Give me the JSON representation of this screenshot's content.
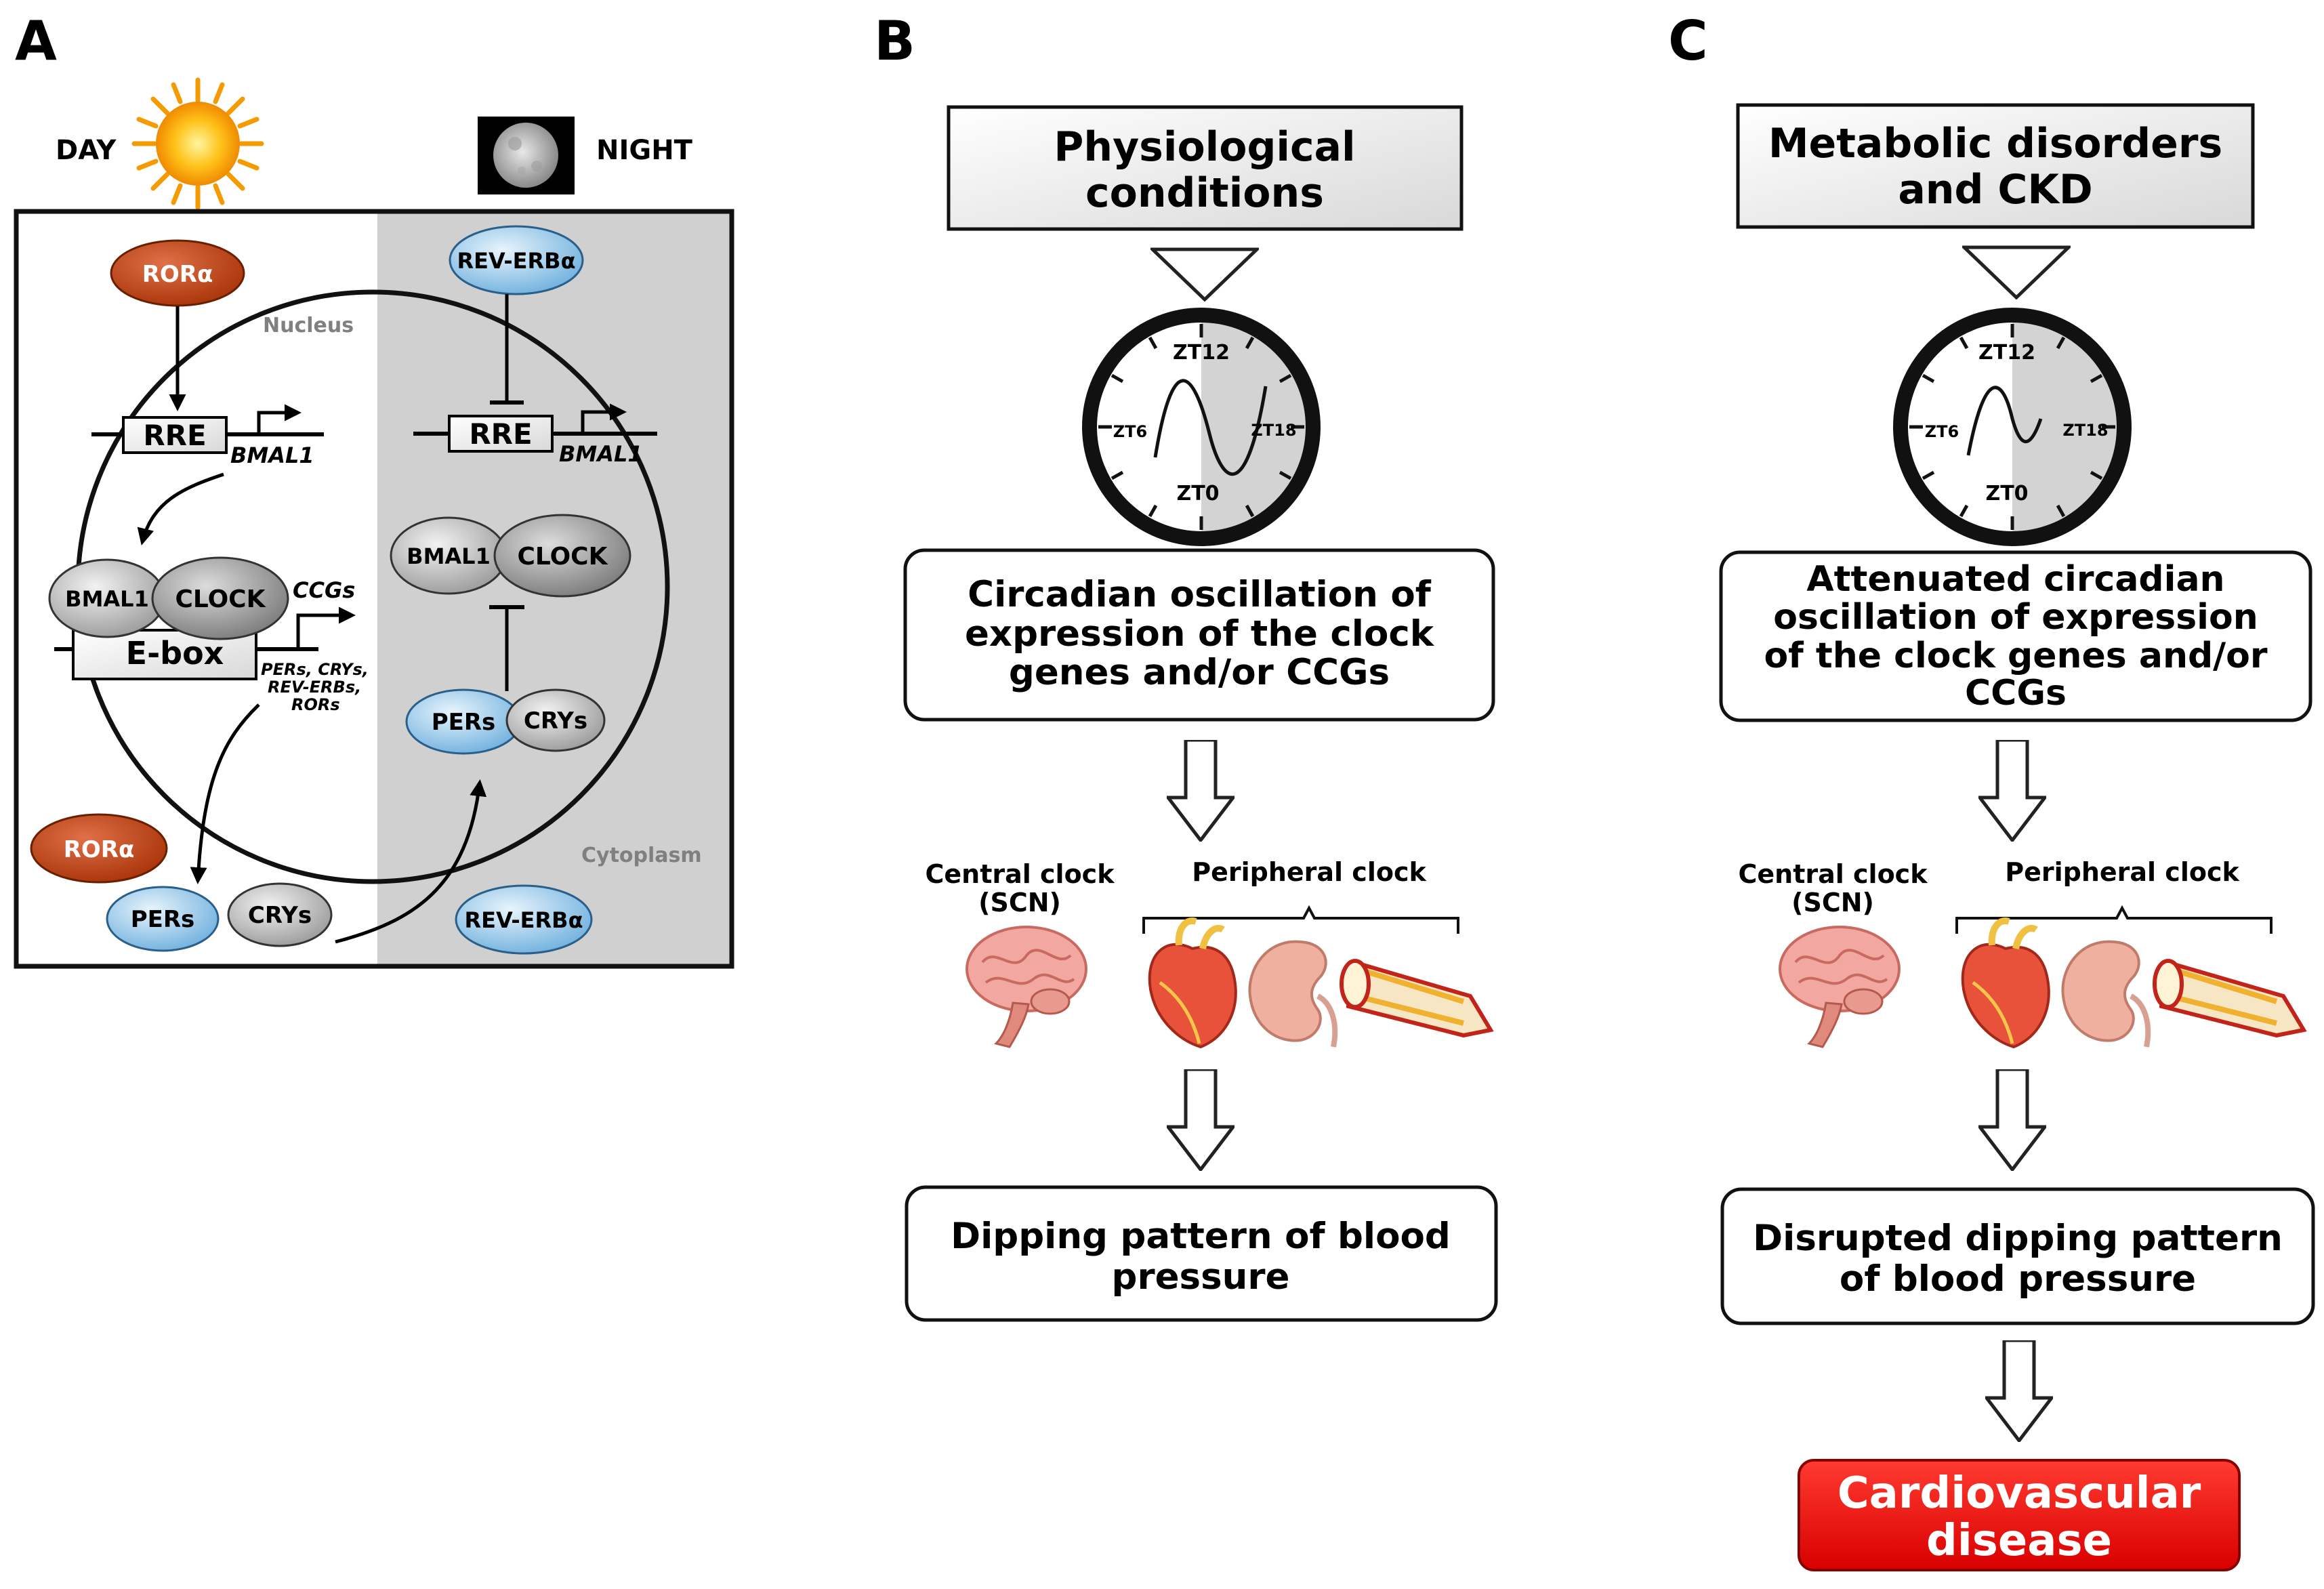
{
  "panels": {
    "a": {
      "letter": "A",
      "day_label": "DAY",
      "night_label": "NIGHT",
      "nucleus_label": "Nucleus",
      "cytoplasm_label": "Cytoplasm",
      "ror_top": "RORα",
      "rev_top": "REV-ERBα",
      "rre_left": "RRE",
      "rre_right": "RRE",
      "bmal1_gene_left": "BMAL1",
      "bmal1_gene_right": "BMAL1",
      "bmal1_left": "BMAL1",
      "clock_left": "CLOCK",
      "bmal1_right": "BMAL1",
      "clock_right": "CLOCK",
      "ccgs_label": "CCGs",
      "ebox_label": "E-box",
      "target_line1": "PERs, CRYs,",
      "target_line2": "REV-ERBs,",
      "target_line3": "RORs",
      "pers_nuc": "PERs",
      "crys_nuc": "CRYs",
      "ror_bottom": "RORα",
      "pers_cyto": "PERs",
      "crys_cyto": "CRYs",
      "rev_bottom": "REV-ERBα"
    },
    "b": {
      "letter": "B",
      "header_line1": "Physiological",
      "header_line2": "conditions",
      "clock": {
        "top": "ZT12",
        "left": "ZT6",
        "right": "ZT18",
        "bottom": "ZT0"
      },
      "osc_line1": "Circadian oscillation of",
      "osc_line2": "expression of the clock",
      "osc_line3": "genes and/or CCGs",
      "central_line1": "Central clock",
      "central_line2": "(SCN)",
      "peripheral": "Peripheral clock",
      "outcome_line1": "Dipping pattern of blood",
      "outcome_line2": "pressure"
    },
    "c": {
      "letter": "C",
      "header_line1": "Metabolic disorders",
      "header_line2": "and CKD",
      "clock": {
        "top": "ZT12",
        "left": "ZT6",
        "right": "ZT18",
        "bottom": "ZT0"
      },
      "osc_line1": "Attenuated circadian",
      "osc_line2": "oscillation of expression",
      "osc_line3": "of the clock genes and/or",
      "osc_line4": "CCGs",
      "central_line1": "Central clock",
      "central_line2": "(SCN)",
      "peripheral": "Peripheral clock",
      "outcome_line1": "Disrupted dipping pattern",
      "outcome_line2": "of blood pressure",
      "cvd_line1": "Cardiovascular",
      "cvd_line2": "disease"
    }
  },
  "colors": {
    "ror": "#c0441a",
    "rev": "#8cc3e8",
    "night_shade": "#d0d0d0",
    "cvd": "#e8110d"
  }
}
